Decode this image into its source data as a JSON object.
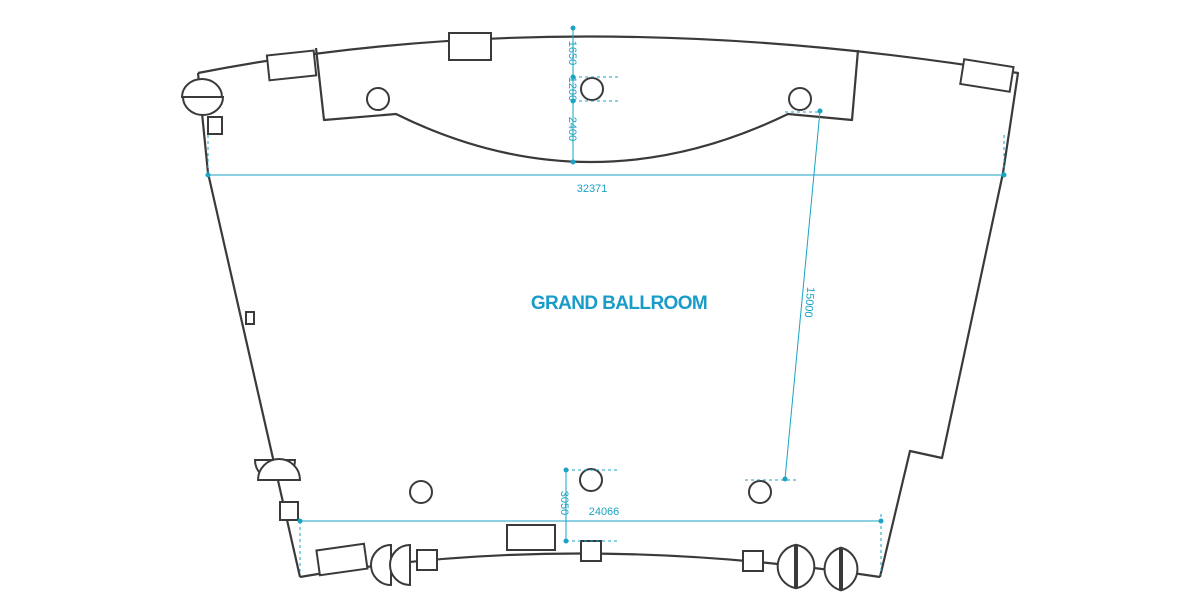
{
  "room": {
    "title": "GRAND BALLROOM"
  },
  "dimensions": {
    "top_width": "32371",
    "bottom_width": "24066",
    "depth": "15000",
    "top_section_a": "1650",
    "top_section_b": "1200",
    "top_section_c": "2400",
    "bottom_section": "3050"
  },
  "colors": {
    "wall": "#3a3a3a",
    "dimension": "#1aa3c4",
    "title": "#1a9cc8"
  }
}
